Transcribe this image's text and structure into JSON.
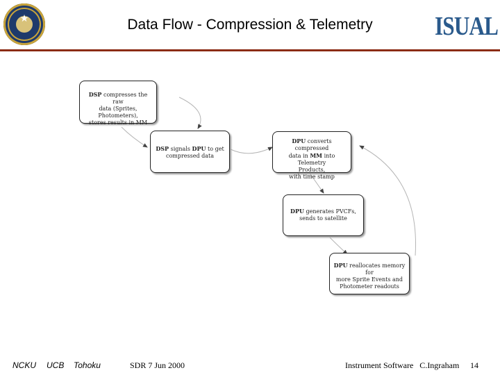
{
  "header": {
    "title": "Data Flow - Compression & Telemetry",
    "logo_text": "ISUAL",
    "seal_name": "university-seal"
  },
  "boxes": [
    {
      "lines": [
        "<b>DSP</b> compresses the raw",
        "data (Sprites, Photometers),",
        "stores results in MM"
      ]
    },
    {
      "lines": [
        "<b>DSP</b> signals <b>DPU</b> to get",
        "compressed data"
      ]
    },
    {
      "lines": [
        "<b>DPU</b> converts compressed",
        "data in <b>MM</b> into Telemetry",
        "Products,",
        "with time stamp"
      ]
    },
    {
      "lines": [
        "<b>DPU</b> generates PVCFs,",
        "sends to satellite"
      ]
    },
    {
      "lines": [
        "<b>DPU</b> reallocates memory for",
        "more Sprite Events and",
        "Photometer readouts"
      ]
    }
  ],
  "footer": {
    "ncku": "NCKU",
    "ucb": "UCB",
    "tohoku": "Tohoku",
    "meeting": "SDR 7 Jun 2000",
    "author": "Instrument Software   C.Ingraham",
    "page": "14"
  },
  "colors": {
    "rule": "#8b2c14",
    "logo": "#2a5a8c",
    "arrow": "#b5b5b5"
  }
}
